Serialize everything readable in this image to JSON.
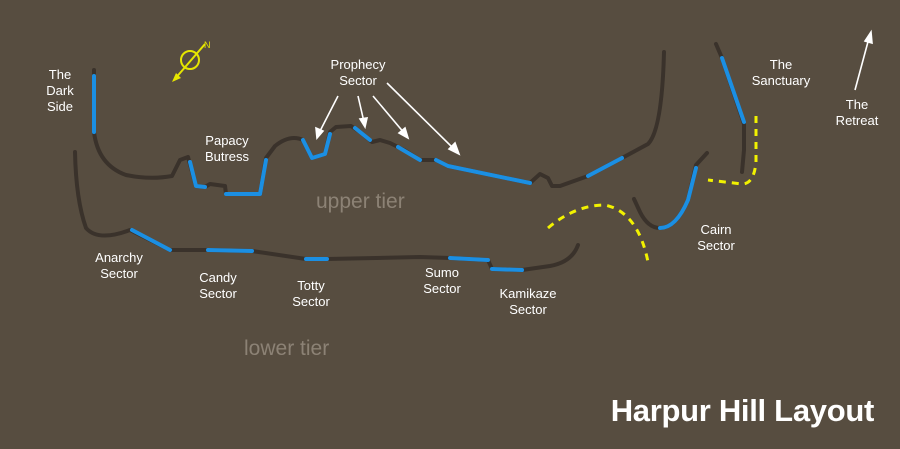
{
  "title": "Harpur Hill Layout",
  "tiers": {
    "upper": "upper tier",
    "lower": "lower tier"
  },
  "compass": {
    "label": "N",
    "icon": "compass-north-icon"
  },
  "sectors": {
    "dark_side": "The\nDark\nSide",
    "papacy_butress": "Papacy\nButress",
    "prophecy_sector": "Prophecy\nSector",
    "the_sanctuary": "The\nSanctuary",
    "the_retreat": "The\nRetreat",
    "anarchy_sector": "Anarchy\nSector",
    "candy_sector": "Candy\nSector",
    "totty_sector": "Totty\nSector",
    "sumo_sector": "Sumo\nSector",
    "kamikaze_sector": "Kamikaze\nSector",
    "cairn_sector": "Cairn\nSector"
  },
  "colors": {
    "background": "#574d40",
    "quarry_edge": "#3a322b",
    "climbing_sector": "#1b8fe3",
    "path": "#f2f200",
    "tier_label": "#8c8275",
    "label": "#ffffff",
    "arrow": "#ffffff"
  }
}
